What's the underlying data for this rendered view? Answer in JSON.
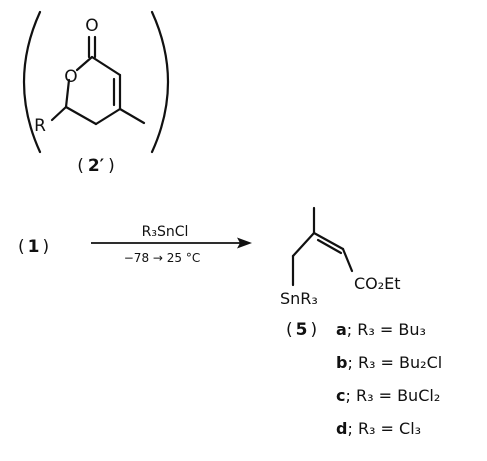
{
  "compound_2prime": {
    "ring_labels": {
      "carbonyl_o": "O",
      "ring_o": "O",
      "substituent": "R"
    },
    "label": "(2′)",
    "label_open": "(",
    "label_num": "2′",
    "label_close": ")"
  },
  "reaction": {
    "reactant_open": "(",
    "reactant_num": "1",
    "reactant_close": ")",
    "reagent": "R₃SnCl",
    "conditions": "−78 → 25 °C"
  },
  "product": {
    "ester": "CO₂Et",
    "tin_group": "SnR₃",
    "compound_open": "(",
    "compound_num": "5",
    "compound_close": ")",
    "variants": [
      {
        "letter": "a",
        "text": "R₃ = Bu₃"
      },
      {
        "letter": "b",
        "text": "R₃ = Bu₂Cl"
      },
      {
        "letter": "c",
        "text": "R₃ = BuCl₂"
      },
      {
        "letter": "d",
        "text": "R₃ = Cl₃"
      }
    ]
  }
}
